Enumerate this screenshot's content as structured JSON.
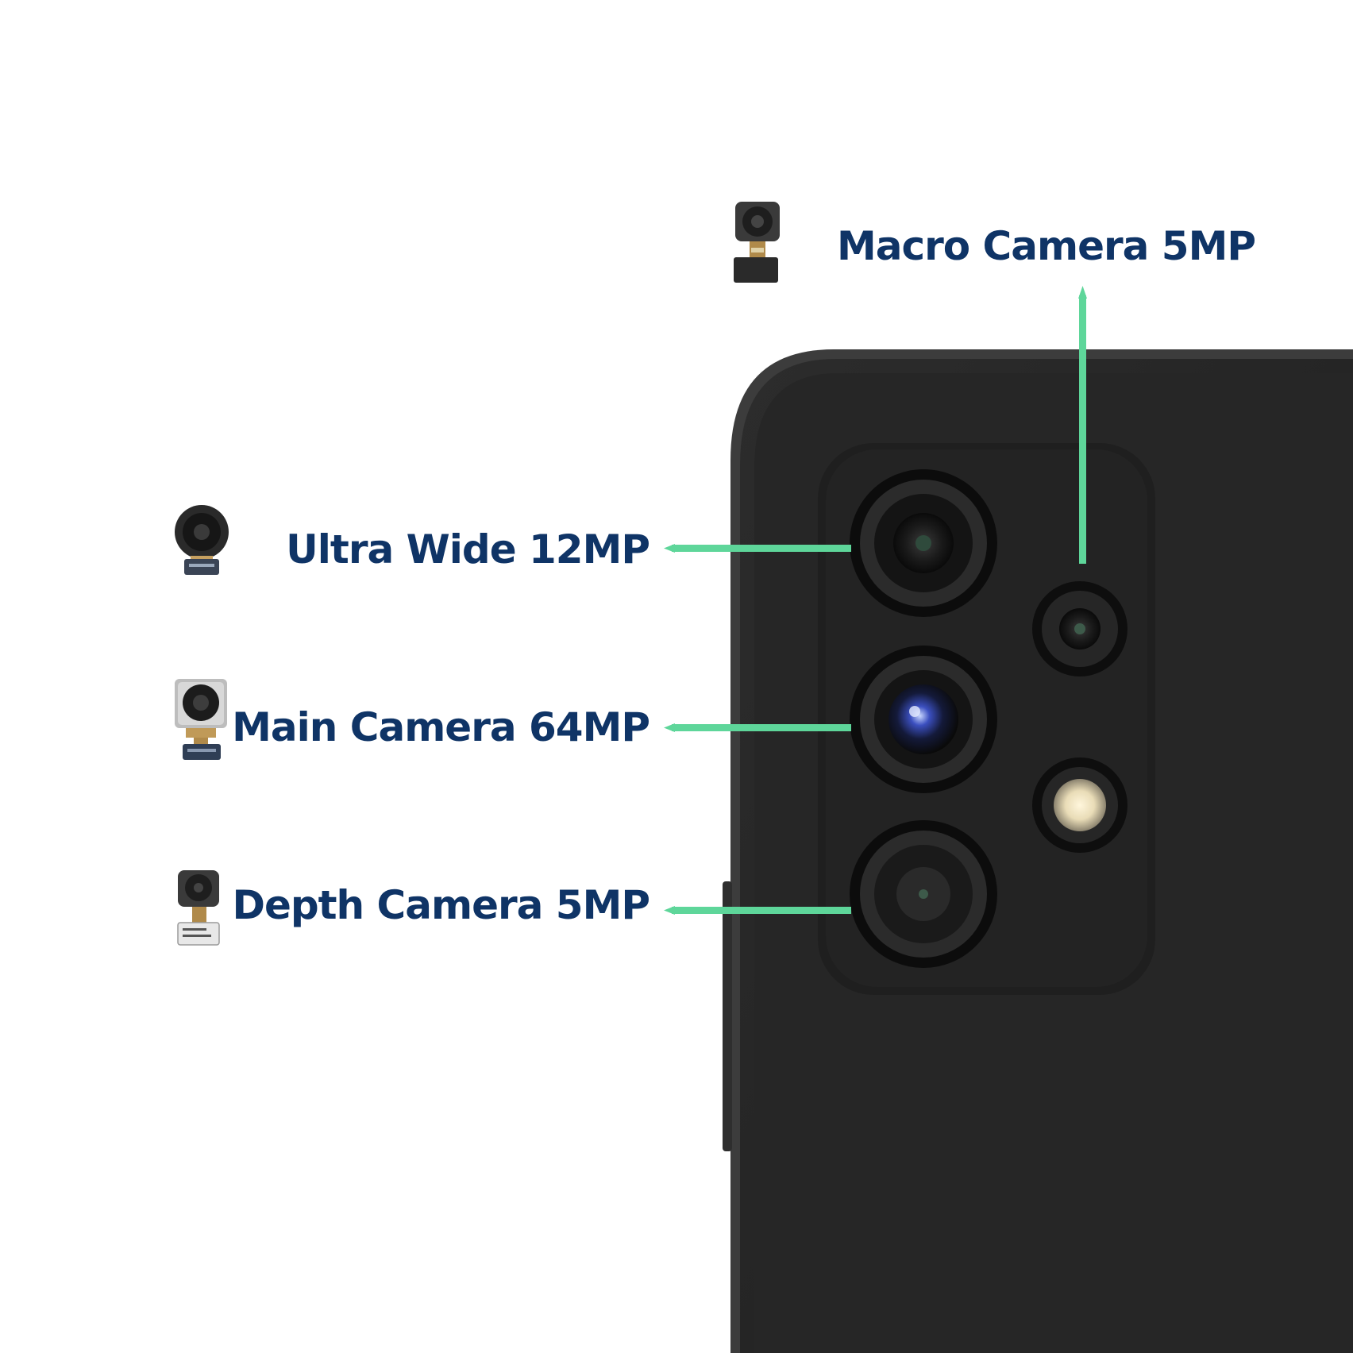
{
  "colors": {
    "label_text": "#0f3466",
    "pointer_line": "#5ed69a",
    "phone_body": "#262626",
    "phone_edge": "#444444",
    "background": "#ffffff"
  },
  "labels": {
    "macro": "Macro Camera 5MP",
    "ultra_wide": "Ultra Wide 12MP",
    "main": "Main Camera 64MP",
    "depth": "Depth Camera 5MP"
  },
  "icons": {
    "macro_module": "camera-module-icon",
    "ultra_wide_module": "camera-module-icon",
    "main_module": "camera-module-icon",
    "depth_module": "camera-module-icon",
    "flash": "flash-icon"
  }
}
